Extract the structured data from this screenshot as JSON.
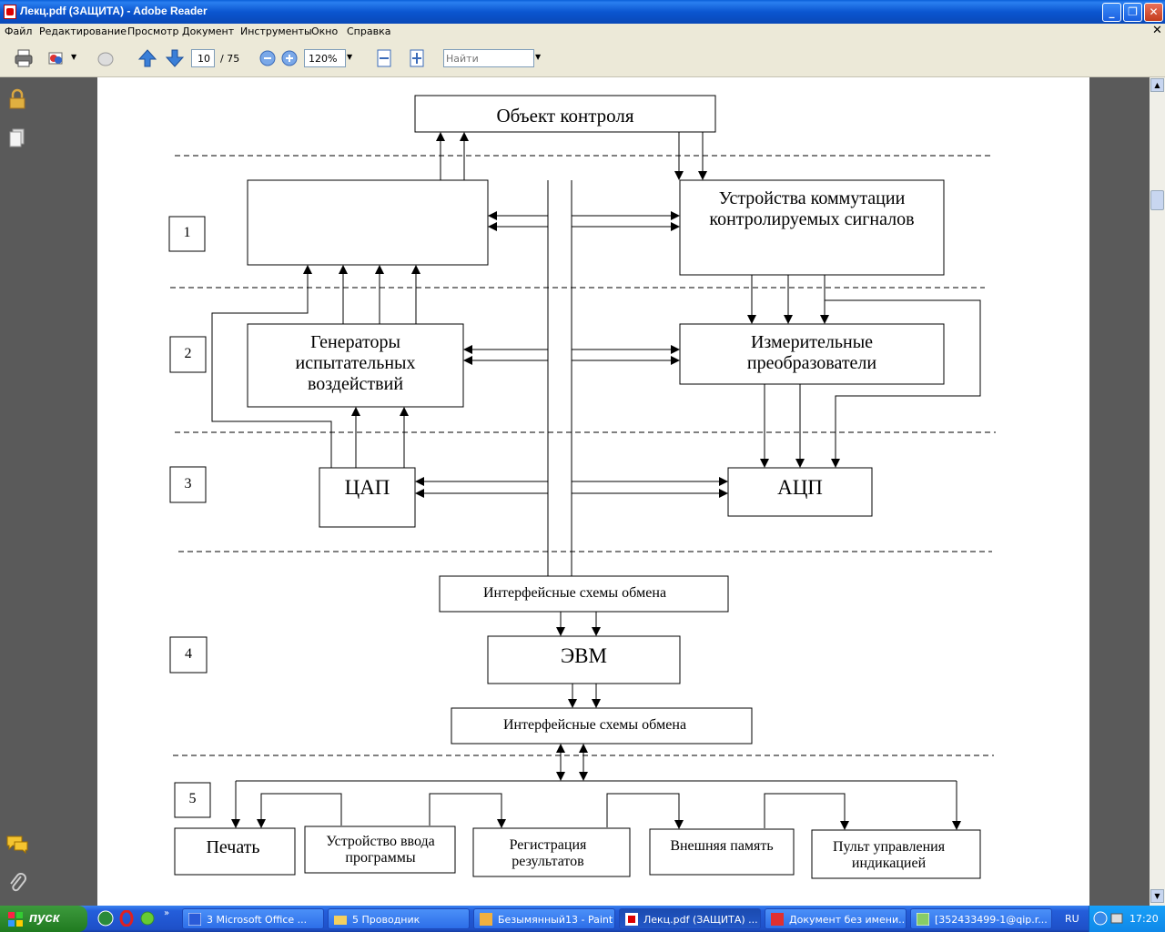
{
  "window": {
    "title": "Лекц.pdf (ЗАЩИТА) - Adobe Reader"
  },
  "menu": [
    "Файл",
    "Редактирование",
    "Просмотр",
    "Документ",
    "Инструменты",
    "Окно",
    "Справка"
  ],
  "toolbar": {
    "page_current": "10",
    "page_total": "/ 75",
    "zoom": "120%",
    "search_placeholder": "Найти"
  },
  "diagram": {
    "object": "Объект контроля",
    "switching": "Устройства коммутации контролируемых сигналов",
    "generators": "Генераторы испытательных воздействий",
    "converters": "Измерительные преобразователи",
    "dac": "ЦАП",
    "adc": "АЦП",
    "iface1": "Интерфейсные схемы обмена",
    "computer": "ЭВМ",
    "iface2": "Интерфейсные схемы обмена",
    "printer": "Печать",
    "input_device": "Устройство ввода программы",
    "registration": "Регистрация результатов",
    "ext_memory": "Внешняя память",
    "control_panel": "Пульт управления индикацией",
    "levels": [
      "1",
      "2",
      "3",
      "4",
      "5"
    ]
  },
  "taskbar": {
    "start": "пуск",
    "tasks": [
      "3 Microsoft Office ...",
      "5 Проводник",
      "Безымянный13 - Paint",
      "Лекц.pdf (ЗАЩИТА) ...",
      "Документ без имени...",
      "[352433499-1@qip.r..."
    ],
    "lang": "RU",
    "clock": "17:20"
  }
}
